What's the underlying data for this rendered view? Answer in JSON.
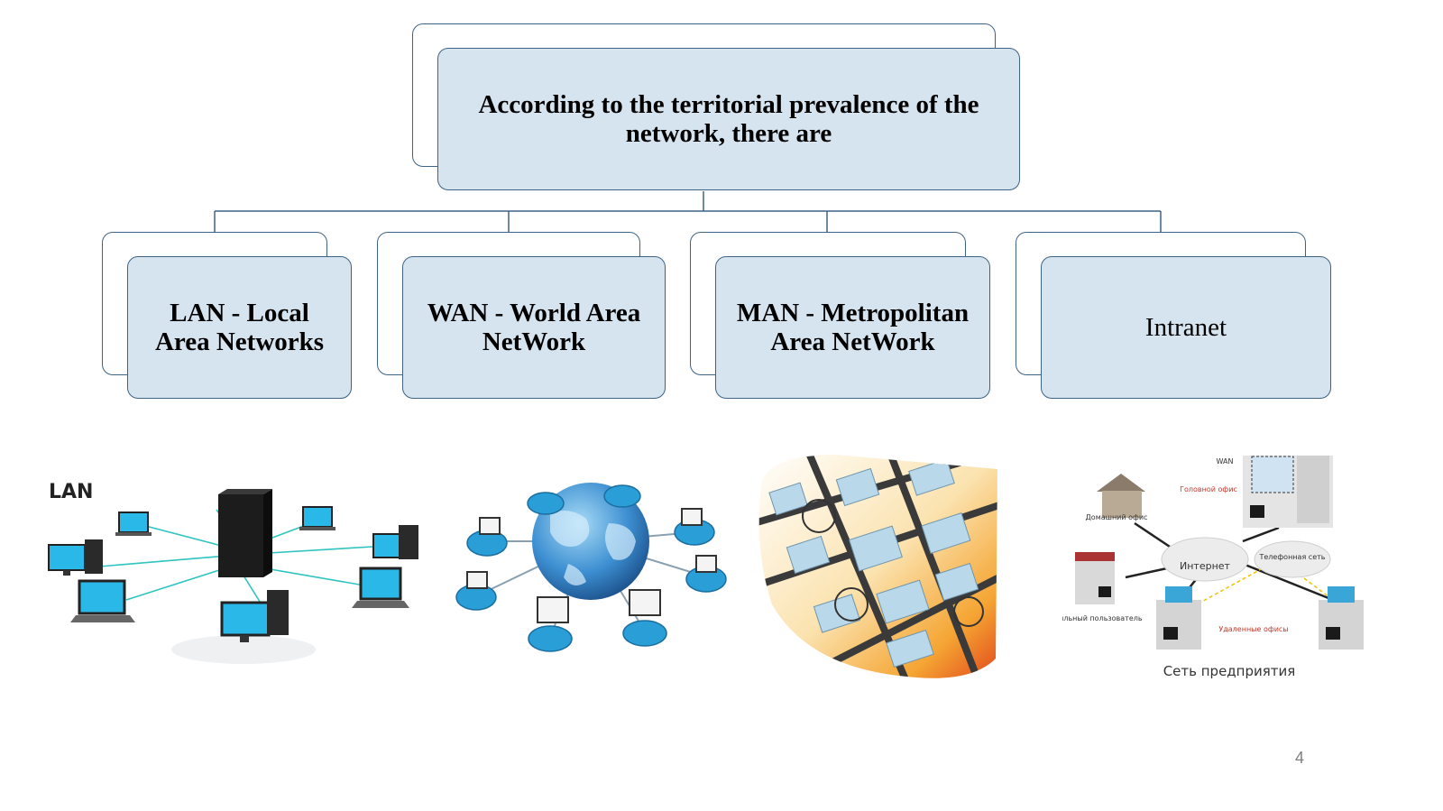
{
  "slide": {
    "title": "According to the territorial prevalence of the network, there are",
    "categories": [
      {
        "label": "LAN - Local Area Networks",
        "bold": true
      },
      {
        "label": "WAN - World Area NetWork",
        "bold": true
      },
      {
        "label": "MAN - Metropolitan Area NetWork",
        "bold": true
      },
      {
        "label": "Intranet",
        "bold": false
      }
    ],
    "page_number": "4"
  },
  "illustrations": {
    "lan": {
      "label": "LAN",
      "icon": "lan-star-network-image"
    },
    "wan": {
      "icon": "globe-network-image"
    },
    "man": {
      "icon": "city-network-image"
    },
    "intranet": {
      "icon": "enterprise-network-image",
      "caption": "Сеть предприятия",
      "internet_label": "Интернет",
      "phone_label": "Телефонная сеть",
      "home_label": "Домашний офис",
      "head_office_label": "Головной офис",
      "mobile_label": "Мобильный пользователь",
      "remote_label": "Удаленные офисы",
      "wan_tag": "WAN"
    }
  },
  "colors": {
    "box_fill": "#d6e4f0",
    "box_border": "#3f6384",
    "screen": "#29b8e8",
    "device_base": "#2a9ed6"
  }
}
